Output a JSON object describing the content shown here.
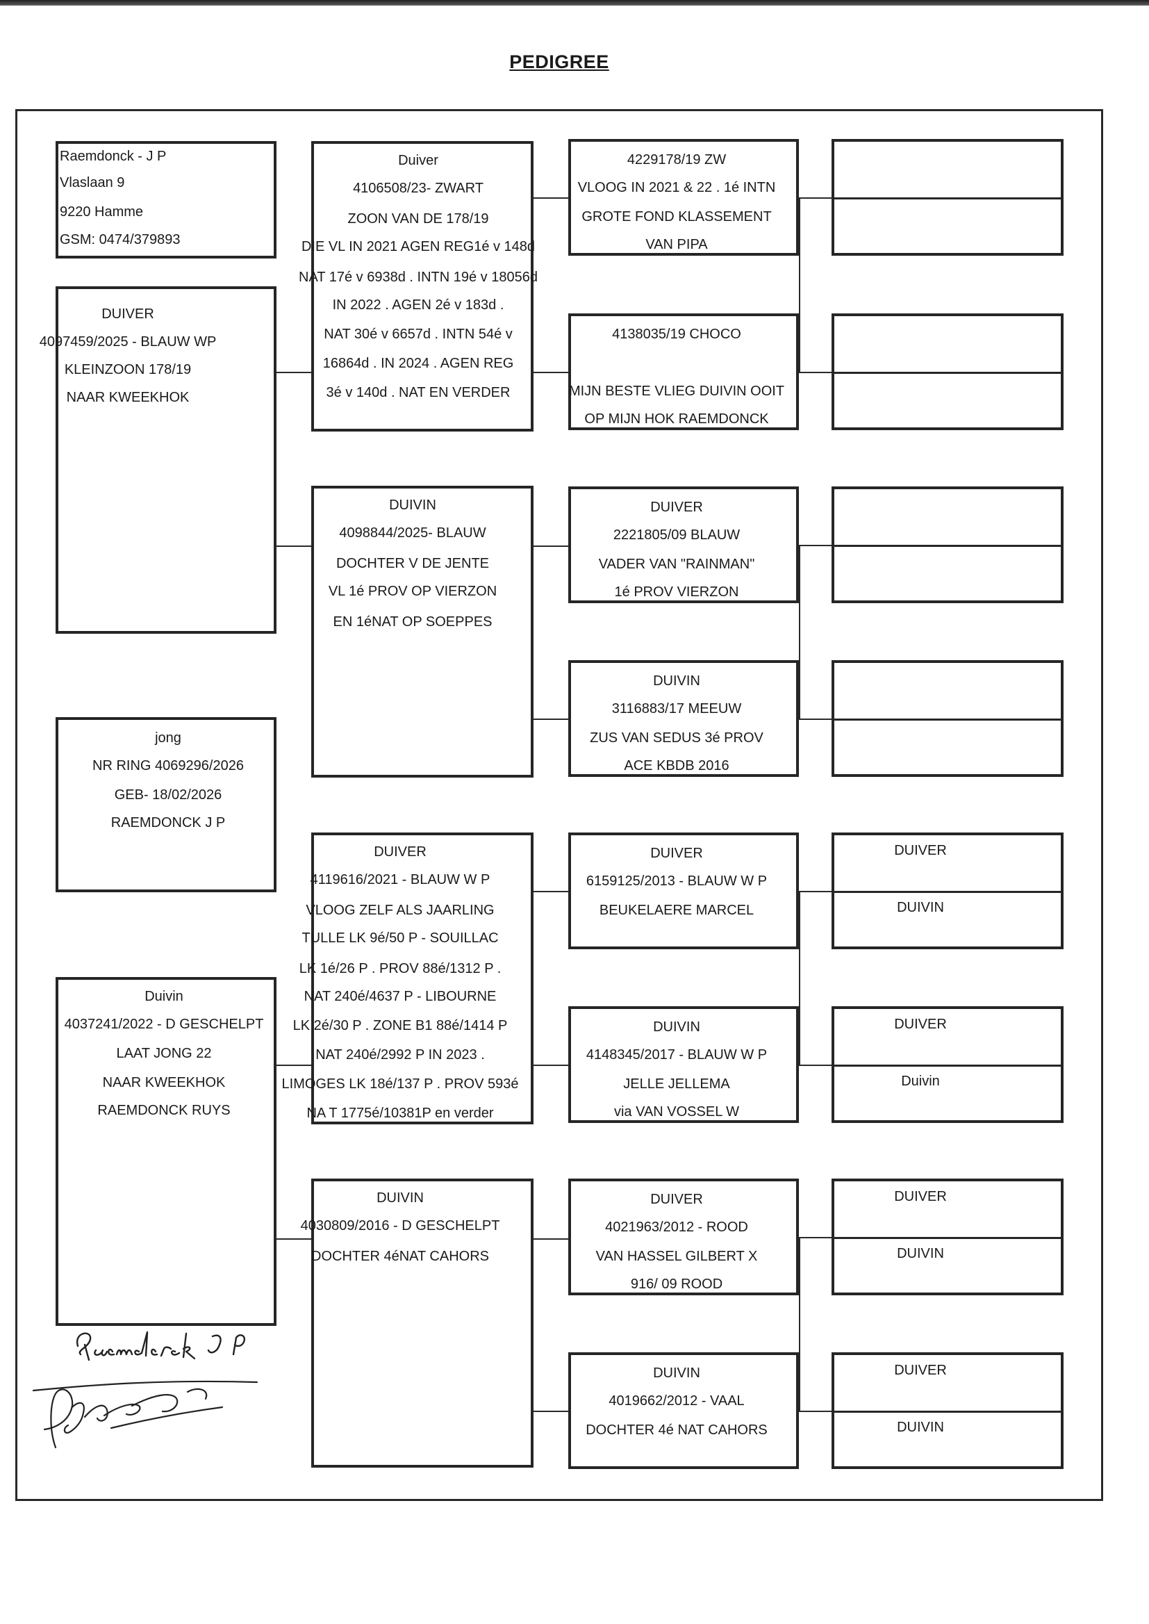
{
  "title": "PEDIGREE",
  "owner": [
    "Raemdonck - J  P",
    "Vlaslaan 9",
    "9220 Hamme",
    "GSM: 0474/379893"
  ],
  "subject": [
    "DUIVER",
    "4097459/2025 - BLAUW  WP",
    "KLEINZOON 178/19",
    "NAAR  KWEEKHOK"
  ],
  "jong": [
    "jong",
    "NR  RING 4069296/2026",
    "GEB- 18/02/2026",
    "RAEMDONCK  J P"
  ],
  "dam": [
    "Duivin",
    "4037241/2022 - D GESCHELPT",
    "LAAT JONG 22",
    "NAAR  KWEEKHOK",
    "RAEMDONCK  RUYS"
  ],
  "sire_sire": [
    "Duiver",
    "4106508/23- ZWART",
    "ZOON VAN DE 178/19",
    "DIE VL  IN 2021  AGEN REG1é v 148d",
    "NAT 17é v 6938d . INTN 19é v 18056d",
    "IN 2022 . AGEN 2é v 183d .",
    "NAT 30é v 6657d  . INTN 54é v",
    "16864d . IN 2024 . AGEN REG",
    "3é v 140d . NAT  EN VERDER"
  ],
  "sire_dam": [
    "DUIVIN",
    "4098844/2025- BLAUW",
    "DOCHTER V DE JENTE",
    "VL  1é  PROV OP VIERZON",
    "EN  1éNAT OP SOEPPES"
  ],
  "dam_sire": [
    "DUIVER",
    "4119616/2021 - BLAUW W P",
    "VLOOG  ZELF  ALS  JAARLING",
    "TULLE LK 9é/50 P - SOUILLAC",
    "LK 1é/26 P . PROV 88é/1312 P .",
    "NAT 240é/4637 P - LIBOURNE",
    "LK 2é/30 P . ZONE B1 88é/1414 P",
    "NAT 240é/2992 P  IN 2023 .",
    "LIMOGES LK 18é/137 P . PROV 593é",
    "NA T 1775é/10381P  en verder"
  ],
  "dam_dam": [
    "DUIVIN",
    "4030809/2016 - D  GESCHELPT",
    "DOCHTER  4éNAT CAHORS"
  ],
  "gg1": [
    "4229178/19 ZW",
    "VLOOG IN 2021 & 22 . 1é INTN",
    "GROTE FOND  KLASSEMENT",
    "VAN  PIPA"
  ],
  "gg2": [
    "4138035/19 CHOCO",
    "MIJN BESTE VLIEG DUIVIN OOIT",
    "OP MIJN HOK   RAEMDONCK"
  ],
  "gg3": [
    "DUIVER",
    "2221805/09 BLAUW",
    "VADER VAN \"RAINMAN\"",
    "1é  PROV  VIERZON"
  ],
  "gg4": [
    "DUIVIN",
    "3116883/17 MEEUW",
    "ZUS VAN SEDUS 3é PROV",
    "ACE  KBDB 2016"
  ],
  "gg5": [
    "DUIVER",
    "6159125/2013 - BLAUW W P",
    "BEUKELAERE  MARCEL"
  ],
  "gg6": [
    "DUIVIN",
    "4148345/2017 - BLAUW  W P",
    "JELLE JELLEMA",
    "via  VAN VOSSEL  W"
  ],
  "gg7": [
    "DUIVER",
    "4021963/2012 - ROOD",
    "VAN HASSEL GILBERT X",
    "916/ 09 ROOD"
  ],
  "gg8": [
    "DUIVIN",
    "4019662/2012 - VAAL",
    "DOCHTER  4é NAT CAHORS"
  ],
  "ggg": [
    [
      "",
      ""
    ],
    [
      "",
      ""
    ],
    [
      "",
      ""
    ],
    [
      "",
      ""
    ],
    [
      "DUIVER",
      "DUIVIN"
    ],
    [
      "DUIVER",
      "Duivin"
    ],
    [
      "DUIVER",
      "DUIVIN"
    ],
    [
      "DUIVER",
      "DUIVIN"
    ]
  ],
  "signature_text": "Raemdonck J P"
}
